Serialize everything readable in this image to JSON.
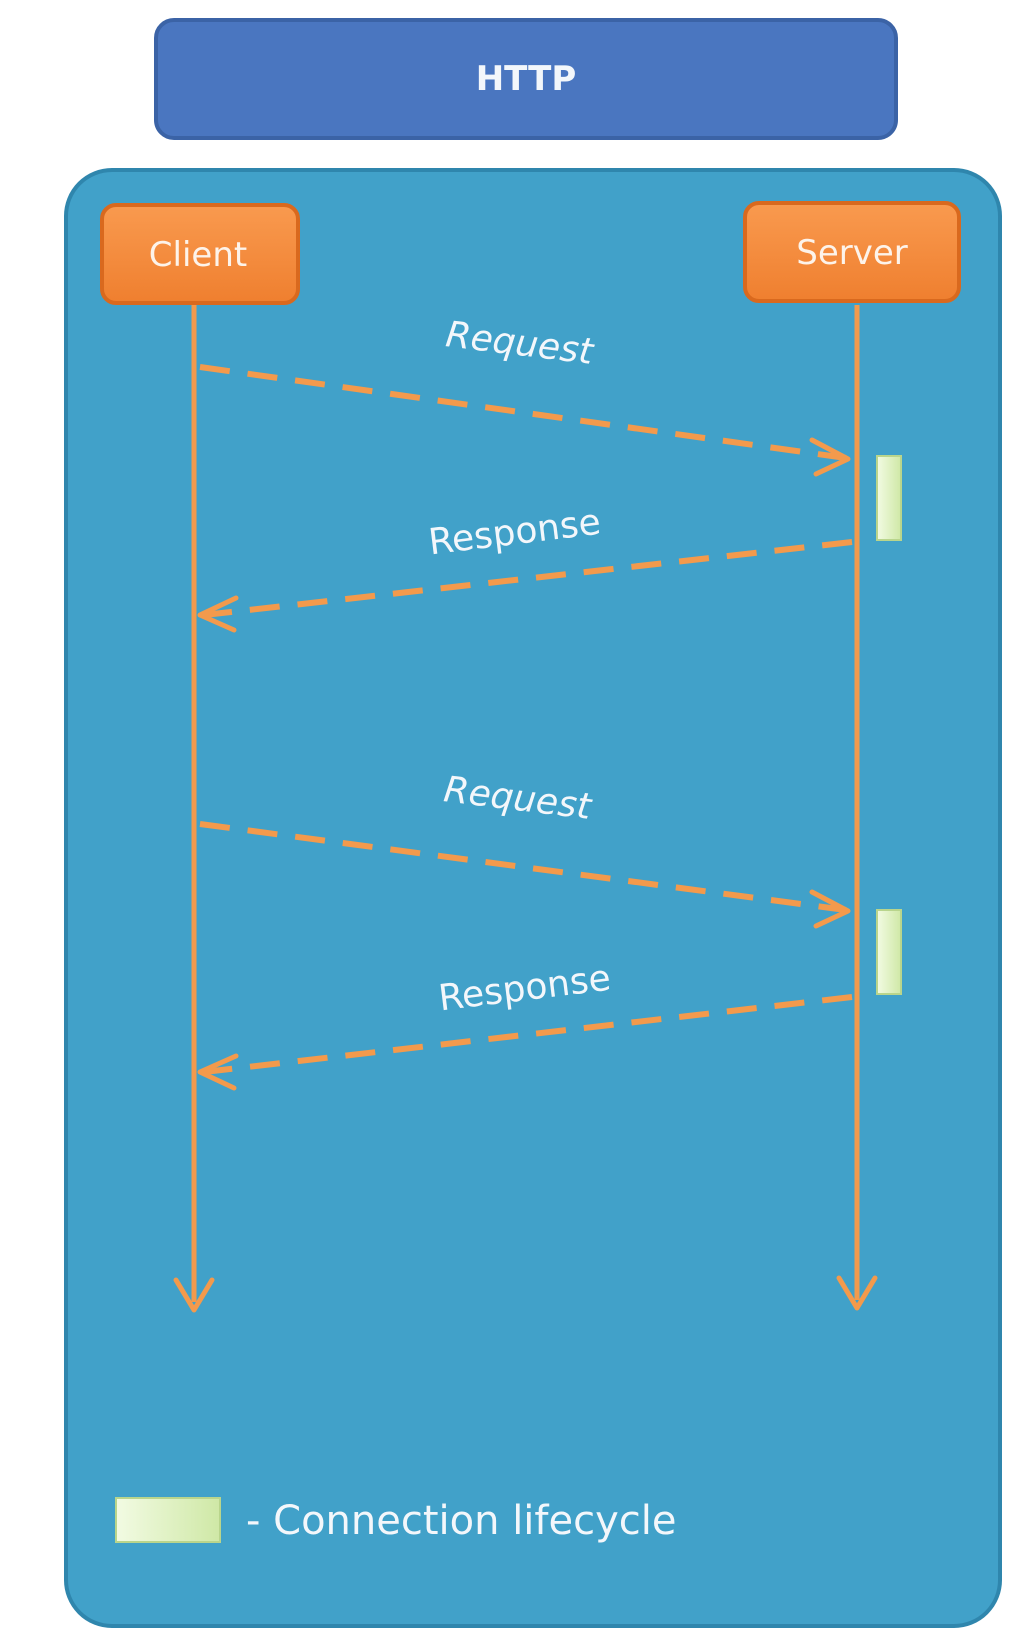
{
  "title": "HTTP",
  "participants": {
    "client": "Client",
    "server": "Server"
  },
  "messages": [
    {
      "label": "Request",
      "from": "client",
      "to": "server"
    },
    {
      "label": "Response",
      "from": "server",
      "to": "client"
    },
    {
      "label": "Request",
      "from": "client",
      "to": "server"
    },
    {
      "label": "Response",
      "from": "server",
      "to": "client"
    }
  ],
  "legend": {
    "text": "- Connection lifecycle"
  },
  "colors": {
    "title_box": "#4a76c0",
    "panel": "#41a1c9",
    "participant": "#f58b3e",
    "line": "#f39a4c",
    "lifecycle": "#e4f3c4"
  }
}
